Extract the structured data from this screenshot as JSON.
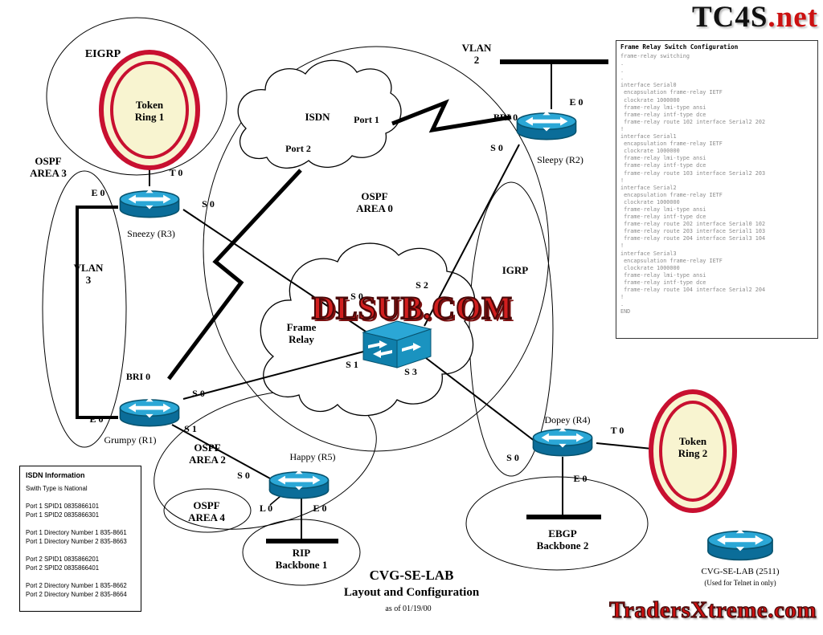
{
  "watermarks": {
    "tc4s_prefix": "TC4S",
    "tc4s_suffix": ".net",
    "dlsub": "DLSUB.COM",
    "traders": "TradersXtreme.com"
  },
  "title_block": {
    "line1": "CVG-SE-LAB",
    "line2": "Layout and Configuration",
    "line3": "as of 01/19/00"
  },
  "areas": {
    "eigrp": "EIGRP",
    "igrp": "IGRP",
    "ospf_area_0": [
      "OSPF",
      "AREA 0"
    ],
    "ospf_area_2": [
      "OSPF",
      "AREA 2"
    ],
    "ospf_area_3": [
      "OSPF",
      "AREA 3"
    ],
    "ospf_area_4": [
      "OSPF",
      "AREA 4"
    ]
  },
  "clouds": {
    "isdn": {
      "label": "ISDN",
      "port1": "Port 1",
      "port2": "Port 2"
    },
    "frame_relay": [
      "Frame",
      "Relay"
    ]
  },
  "segments": {
    "vlan2": [
      "VLAN",
      "2"
    ],
    "vlan3": [
      "VLAN",
      "3"
    ],
    "rip": [
      "RIP",
      "Backbone 1"
    ],
    "ebgp": [
      "EBGP",
      "Backbone 2"
    ]
  },
  "token_rings": {
    "tr1": [
      "Token",
      "Ring 1"
    ],
    "tr2": [
      "Token",
      "Ring 2"
    ]
  },
  "routers": {
    "sneezy": {
      "name": "Sneezy (R3)",
      "t0": "T 0",
      "e0": "E 0",
      "s0": "S 0"
    },
    "sleepy": {
      "name": "Sleepy (R2)",
      "e0": "E 0",
      "bri0": "BRI 0",
      "s0": "S 0"
    },
    "grumpy": {
      "name": "Grumpy (R1)",
      "bri0": "BRI 0",
      "e0": "E 0",
      "s0": "S 0",
      "s1": "S 1"
    },
    "happy": {
      "name": "Happy (R5)",
      "s0": "S 0",
      "l0": "L 0",
      "e0": "E 0"
    },
    "dopey": {
      "name": "Dopey (R4)",
      "t0": "T 0",
      "s0": "S 0",
      "e0": "E 0"
    },
    "telnet": {
      "name": "CVG-SE-LAB (2511)",
      "note": "(Used for Telnet in only)"
    }
  },
  "switch": {
    "s0": "S 0",
    "s1": "S 1",
    "s2": "S 2",
    "s3": "S 3"
  },
  "frame_relay_config": {
    "title": "Frame Relay Switch Configuration",
    "lines": [
      "frame-relay switching",
      ".",
      ".",
      ".",
      "interface Serial0",
      " encapsulation frame-relay IETF",
      " clockrate 1000000",
      " frame-relay lmi-type ansi",
      " frame-relay intf-type dce",
      " frame-relay route 102 interface Serial2 202",
      "!",
      "interface Serial1",
      " encapsulation frame-relay IETF",
      " clockrate 1000000",
      " frame-relay lmi-type ansi",
      " frame-relay intf-type dce",
      " frame-relay route 103 interface Serial2 203",
      "!",
      "interface Serial2",
      " encapsulation frame-relay IETF",
      " clockrate 1000000",
      " frame-relay lmi-type ansi",
      " frame-relay intf-type dce",
      " frame-relay route 202 interface Serial0 102",
      " frame-relay route 203 interface Serial1 103",
      " frame-relay route 204 interface Serial3 104",
      "!",
      "interface Serial3",
      " encapsulation frame-relay IETF",
      " clockrate 1000000",
      " frame-relay lmi-type ansi",
      " frame-relay intf-type dce",
      " frame-relay route 104 interface Serial2 204",
      "!",
      ".",
      "END"
    ]
  },
  "isdn_info": {
    "title": "ISDN Information",
    "lines": [
      "Swith Type is National",
      "",
      "Port 1 SPID1 0835866101",
      "Port 1 SPID2 0835866301",
      "",
      "Port 1 Directory Number 1 835-8661",
      "Port 1 Directory Number 2 835-8663",
      "",
      "Port 2 SPID1 0835866201",
      "Port 2 SPID2 0835866401",
      "",
      "Port 2 Directory Number 1 835-8662",
      "Port 2 Directory Number 2 835-8664"
    ]
  },
  "colors": {
    "router_fill": "#2ba7d6",
    "router_dark": "#0b6d99",
    "ring_red": "#c81030",
    "ring_fill": "#f8f4d0",
    "watermark_red": "#cc1111"
  }
}
